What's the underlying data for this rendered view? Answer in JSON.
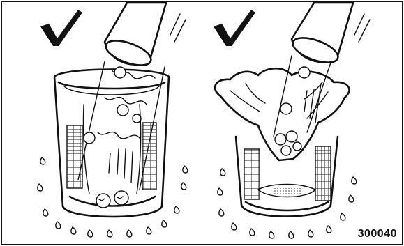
{
  "figure": {
    "number": "300040",
    "panels": [
      {
        "id": "left",
        "mark": "check-icon"
      },
      {
        "id": "right",
        "mark": "check-icon"
      }
    ]
  }
}
